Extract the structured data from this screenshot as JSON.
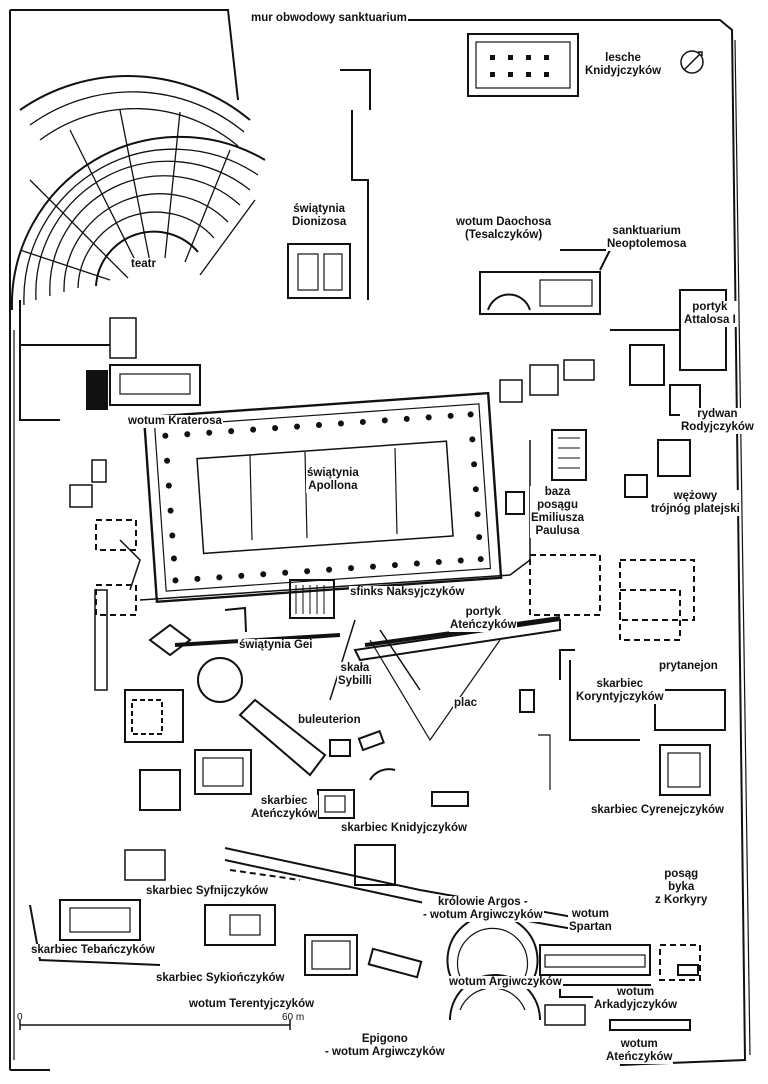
{
  "labels": {
    "mur": "mur obwodowy sanktuarium",
    "lesche": "lesche\nKnidyjczyków",
    "teatr": "teatr",
    "dionizos": "świątynia\nDionizosa",
    "daochos": "wotum Daochosa\n(Tesalczyków)",
    "neoptolemos": "sanktuarium\nNeoptolemosa",
    "attalos": "portyk\nAttalosa I",
    "krateros": "wotum Kraterosa",
    "rydwan": "rydwan\nRodyjczyków",
    "apollon": "świątynia\nApollona",
    "emiliusz": "baza\nposągu\nEmiliusza\nPaulusa",
    "trojnog": "wężowy\ntrójnóg platejski",
    "sfinks": "sfinks Naksyjczyków",
    "portyk_aten": "portyk\nAteńczyków",
    "gei": "świątynia Gei",
    "skala": "skała\nSybilli",
    "plac": "plac",
    "koryntyjczykow": "skarbiec\nKoryntyjczyków",
    "prytanejon": "prytanejon",
    "buleuterion": "buleuterion",
    "atenczykow": "skarbiec\nAteńczyków",
    "knidyjczykow": "skarbiec Knidyjczyków",
    "cyrenejczykow": "skarbiec Cyrenejczyków",
    "syfnijczykow": "skarbiec Syfnijczyków",
    "krolowie": "królowie Argos -\n- wotum Argiwczyków",
    "posag_byka": "posąg\nbyka\nz Korkyry",
    "spartan": "wotum\nSpartan",
    "tebanczykow": "skarbiec Tebańczyków",
    "sykionczykow": "skarbiec Sykiończyków",
    "terentyjczykow": "wotum Terentyjczyków",
    "argiwczykow": "wotum Argiwczyków",
    "arkadyjczykow": "wotum\nArkadyjczyków",
    "epigono": "Epigono\n- wotum Argiwczyków",
    "wotum_atenczykow": "wotum\nAteńczyków"
  },
  "scale": {
    "start": "0",
    "end": "60 m"
  },
  "icons": {
    "compass": "compass-rose-icon"
  },
  "colors": {
    "ink": "#111111",
    "paper": "#ffffff"
  }
}
